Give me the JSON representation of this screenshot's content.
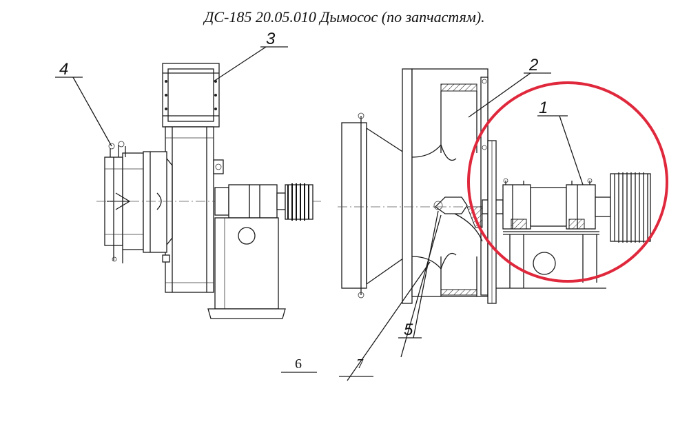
{
  "title": "ДС-185 20.05.010 Дымосос  (по запчастям).",
  "callouts": {
    "c1": "1",
    "c2": "2",
    "c3": "3",
    "c4": "4",
    "c5": "5",
    "c6": "6",
    "c7": "7"
  },
  "colors": {
    "highlight_circle": "#e0283c",
    "line": "#1a1a1a"
  }
}
